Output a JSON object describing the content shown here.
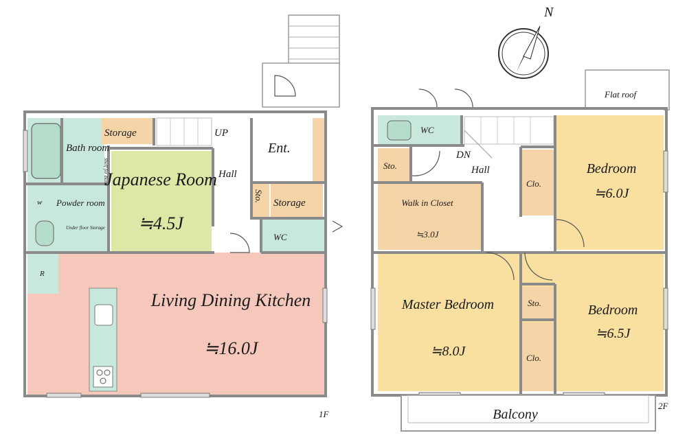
{
  "compass": {
    "north_label": "N"
  },
  "floor1": {
    "floor_label": "1F",
    "rooms": {
      "bath": "Bath room",
      "storage_top": "Storage",
      "up": "UP",
      "entrance": "Ent.",
      "japanese_name": "Japanese Room",
      "japanese_size": "≒4.5J",
      "hall": "Hall",
      "w": "w",
      "powder": "Powder room",
      "storage_side": "Storage",
      "sto": "Sto.",
      "wc": "WC",
      "underfloor": "Under floor Storage",
      "r": "R",
      "ldk_name": "Living Dining Kitchen",
      "ldk_size": "≒16.0J",
      "shelf_note": "Shelf for Bath"
    }
  },
  "floor2": {
    "floor_label": "2F",
    "rooms": {
      "flat_roof": "Flat roof",
      "wc": "WC",
      "dn": "DN",
      "hall": "Hall",
      "sto_left": "Sto.",
      "clo_top": "Clo.",
      "bedroom1_name": "Bedroom",
      "bedroom1_size": "≒6.0J",
      "walkin_name": "Walk in Closet",
      "walkin_size": "≒3.0J",
      "master_name": "Master Bedroom",
      "master_size": "≒8.0J",
      "sto_mid": "Sto.",
      "clo_bottom": "Clo.",
      "bedroom2_name": "Bedroom",
      "bedroom2_size": "≒6.5J",
      "balcony": "Balcony"
    }
  },
  "colors": {
    "wall": "#8a8a8a",
    "living": "#f6c8bb",
    "japanese": "#dbe8a6",
    "wet": "#c9e8dc",
    "storage": "#f5d4a8",
    "bedroom": "#f9e0a0",
    "hall": "#ffffff"
  }
}
